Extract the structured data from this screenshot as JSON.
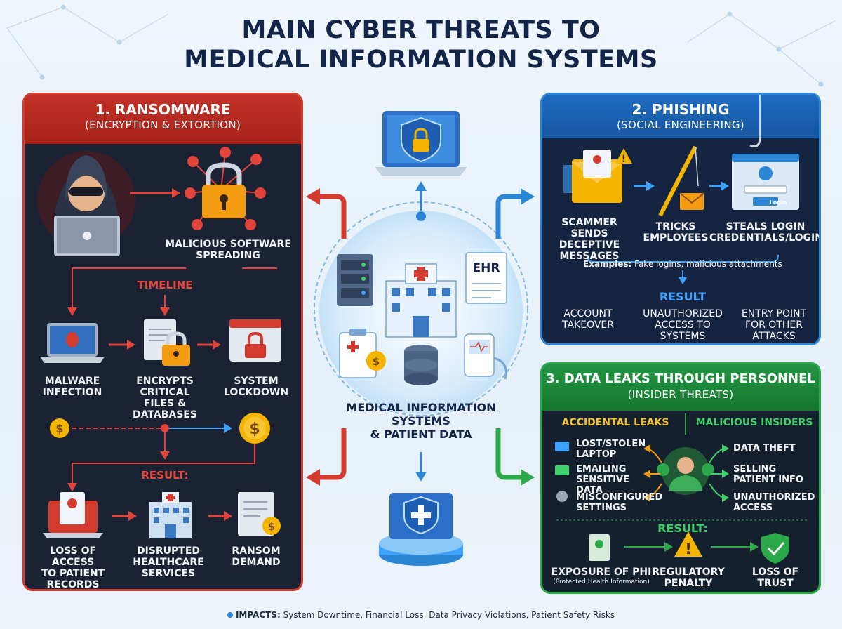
{
  "title": {
    "line1": "MAIN CYBER THREATS TO",
    "line2": "MEDICAL INFORMATION SYSTEMS"
  },
  "ransomware": {
    "heading": "1. RANSOMWARE",
    "subheading": "(ENCRYPTION & EXTORTION)",
    "spreading": {
      "line1": "MALICIOUS SOFTWARE",
      "line2": "SPREADING"
    },
    "timeline_label": "TIMELINE",
    "steps": [
      {
        "line1": "MALWARE",
        "line2": "INFECTION"
      },
      {
        "line1": "ENCRYPTS CRITICAL",
        "line2": "FILES & DATABASES"
      },
      {
        "line1": "SYSTEM",
        "line2": "LOCKDOWN"
      }
    ],
    "result_label": "RESULT:",
    "results": [
      {
        "line1": "LOSS OF ACCESS",
        "line2": "TO PATIENT",
        "line3": "RECORDS"
      },
      {
        "line1": "DISRUPTED",
        "line2": "HEALTHCARE",
        "line3": "SERVICES"
      },
      {
        "line1": "RANSOM",
        "line2": "DEMAND"
      }
    ]
  },
  "phishing": {
    "heading": "2. PHISHING",
    "subheading": "(SOCIAL ENGINEERING)",
    "steps": [
      {
        "line1": "SCAMMER SENDS",
        "line2": "DECEPTIVE",
        "line3": "MESSAGES"
      },
      {
        "line1": "TRICKS",
        "line2": "EMPLOYEES"
      },
      {
        "line1": "STEALS LOGIN",
        "line2": "CREDENTIALS/LOGINS"
      }
    ],
    "examples_label": "Examples:",
    "examples_text": "Fake logins, malicious attachments",
    "login_button": "Login",
    "result_label": "RESULT",
    "results": [
      {
        "line1": "ACCOUNT",
        "line2": "TAKEOVER"
      },
      {
        "line1": "UNAUTHORIZED",
        "line2": "ACCESS TO",
        "line3": "SYSTEMS"
      },
      {
        "line1": "ENTRY POINT",
        "line2": "FOR OTHER",
        "line3": "ATTACKS"
      }
    ]
  },
  "insider": {
    "heading": "3. DATA LEAKS THROUGH PERSONNEL",
    "subheading": "(INSIDER THREATS)",
    "accidental_label": "ACCIDENTAL LEAKS",
    "malicious_label": "MALICIOUS INSIDERS",
    "accidental": [
      {
        "line1": "LOST/STOLEN",
        "line2": "LAPTOP"
      },
      {
        "line1": "EMAILING",
        "line2": "SENSITIVE DATA"
      },
      {
        "line1": "MISCONFIGURED",
        "line2": "SETTINGS"
      }
    ],
    "malicious": [
      {
        "line1": "DATA THEFT",
        "line2": ""
      },
      {
        "line1": "SELLING",
        "line2": "PATIENT INFO"
      },
      {
        "line1": "UNAUTHORIZED",
        "line2": "ACCESS"
      }
    ],
    "result_label": "RESULT:",
    "results": [
      {
        "line1": "EXPOSURE OF PHI",
        "line2": "(Protected Health Information)"
      },
      {
        "line1": "REGULATORY",
        "line2": "PENALTY"
      },
      {
        "line1": "LOSS OF",
        "line2": "TRUST"
      }
    ]
  },
  "center": {
    "ehr_label": "EHR",
    "label_line1": "MEDICAL INFORMATION",
    "label_line2": "SYSTEMS",
    "label_line3": "& PATIENT DATA"
  },
  "impacts": {
    "label": "IMPACTS:",
    "text": "System Downtime, Financial Loss, Data Privacy Violations, Patient Safety Risks"
  },
  "colors": {
    "red": "#d03a2f",
    "blue": "#2c86d6",
    "green": "#2aa84a",
    "navy": "#14254a",
    "gold": "#f4b400"
  }
}
